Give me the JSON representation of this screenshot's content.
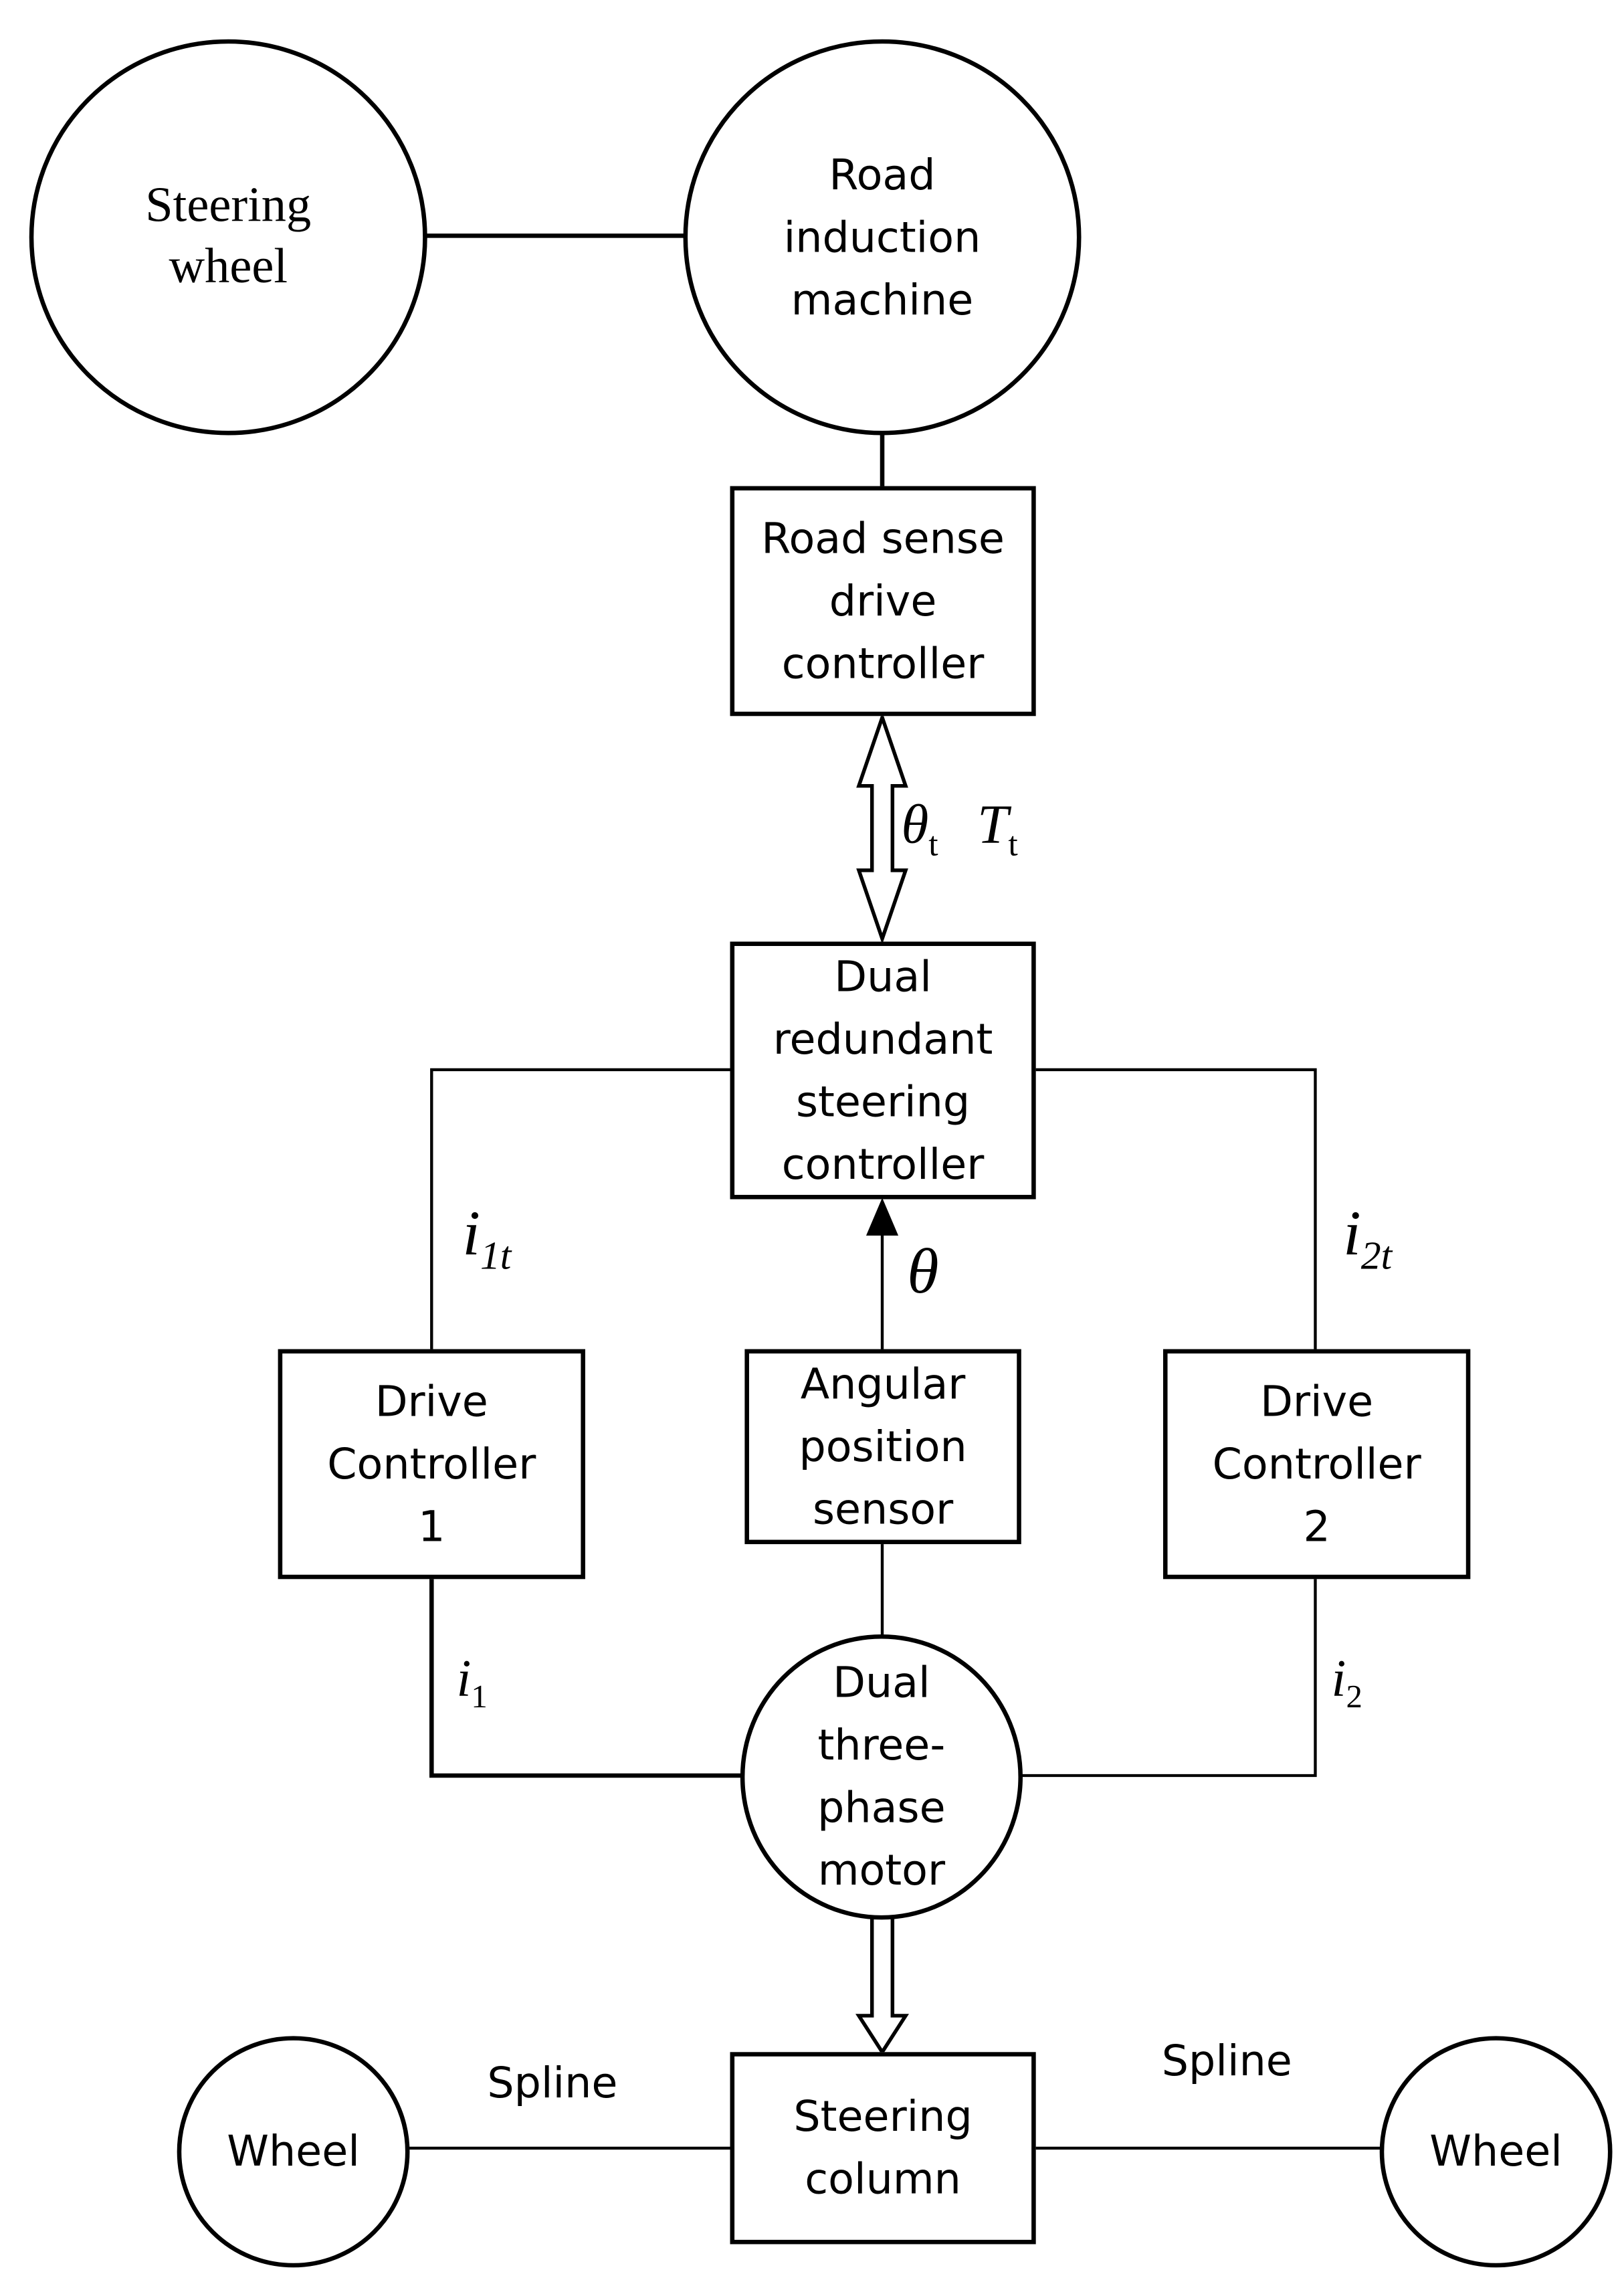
{
  "nodes": {
    "steering_wheel": [
      "Steering",
      "wheel"
    ],
    "road_induction_machine": [
      "Road",
      "induction",
      "machine"
    ],
    "road_sense_drive_controller": [
      "Road sense",
      "drive",
      "controller"
    ],
    "dual_redundant_steering_controller": [
      "Dual",
      "redundant",
      "steering",
      "controller"
    ],
    "drive_controller_1": [
      "Drive",
      "Controller",
      "1"
    ],
    "angular_position_sensor": [
      "Angular",
      "position",
      "sensor"
    ],
    "drive_controller_2": [
      "Drive",
      "Controller",
      "2"
    ],
    "dual_three_phase_motor": [
      "Dual",
      "three-",
      "phase",
      "motor"
    ],
    "steering_column": [
      "Steering",
      "column"
    ],
    "wheel_left": "Wheel",
    "wheel_right": "Wheel"
  },
  "edge_labels": {
    "spline_left": "Spline",
    "spline_right": "Spline",
    "theta_t": {
      "symbol": "θ",
      "sub": "t"
    },
    "T_t": {
      "symbol": "T",
      "sub": "t"
    },
    "theta": "θ",
    "i1t": {
      "symbol": "i",
      "sub": "1t"
    },
    "i2t": {
      "symbol": "i",
      "sub": "2t"
    },
    "i1": {
      "symbol": "i",
      "sub": "1"
    },
    "i2": {
      "symbol": "i",
      "sub": "2"
    }
  }
}
